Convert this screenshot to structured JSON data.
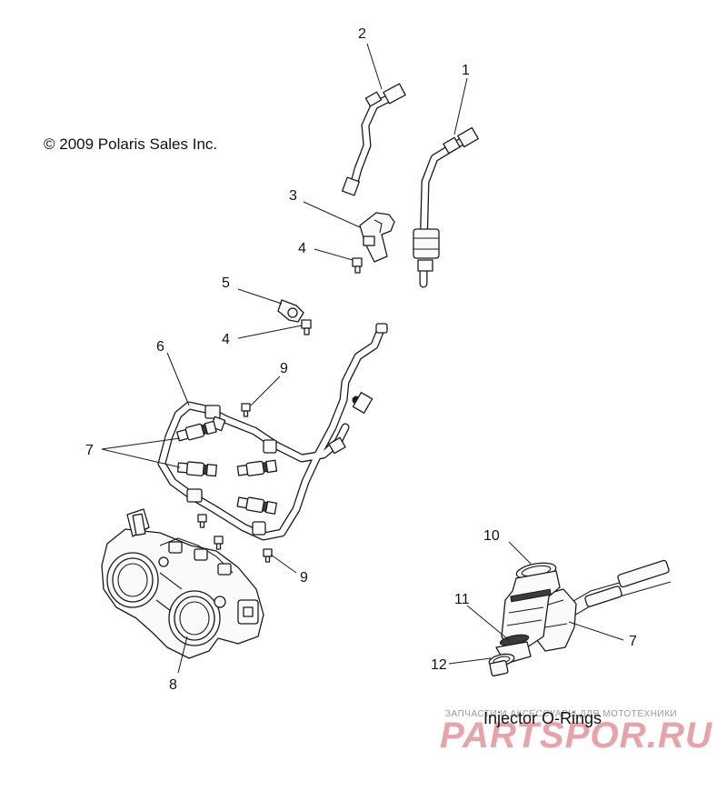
{
  "diagram": {
    "copyright": "© 2009 Polaris Sales Inc.",
    "caption": "Injector O-Rings",
    "callouts": [
      "1",
      "2",
      "3",
      "4",
      "4",
      "5",
      "6",
      "7",
      "7",
      "8",
      "9",
      "9",
      "10",
      "11",
      "12"
    ],
    "watermark": {
      "tagline": "ЗАПЧАСТИ И АКСЕССУАРЫ ДЛЯ МОТОТЕХНИКИ",
      "logo": "PARTSPOR.RU"
    },
    "colors": {
      "line": "#1a1a1a",
      "background": "#ffffff",
      "watermark": "#e8a3a8"
    }
  }
}
